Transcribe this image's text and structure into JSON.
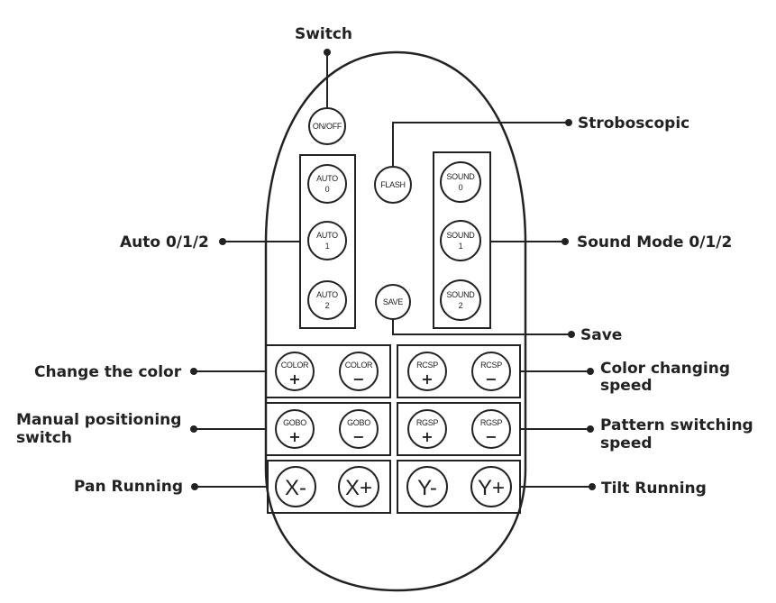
{
  "colors": {
    "stroke": "#222222",
    "text": "#222222",
    "background": "#ffffff"
  },
  "callouts": {
    "switch": "Switch",
    "stroboscopic": "Stroboscopic",
    "auto": "Auto 0/1/2",
    "sound_mode": "Sound Mode 0/1/2",
    "save": "Save",
    "change_color": "Change the color",
    "color_speed_line1": "Color changing",
    "color_speed_line2": "speed",
    "manual_line1": "Manual positioning",
    "manual_line2": "switch",
    "pattern_line1": "Pattern switching",
    "pattern_line2": "speed",
    "pan": "Pan Running",
    "tilt": "Tilt Running"
  },
  "buttons": {
    "onoff": "ON/OFF",
    "flash": "FLASH",
    "save": "SAVE",
    "auto0_l1": "AUTO",
    "auto0_l2": "0",
    "auto1_l1": "AUTO",
    "auto1_l2": "1",
    "auto2_l1": "AUTO",
    "auto2_l2": "2",
    "sound0_l1": "SOUND",
    "sound0_l2": "0",
    "sound1_l1": "SOUND",
    "sound1_l2": "1",
    "sound2_l1": "SOUND",
    "sound2_l2": "2",
    "color_plus_l1": "COLOR",
    "color_plus_l2": "+",
    "color_minus_l1": "COLOR",
    "color_minus_l2": "−",
    "rcsp_plus_l1": "RCSP",
    "rcsp_plus_l2": "+",
    "rcsp_minus_l1": "RCSP",
    "rcsp_minus_l2": "−",
    "gobo_plus_l1": "GOBO",
    "gobo_plus_l2": "+",
    "gobo_minus_l1": "GOBO",
    "gobo_minus_l2": "−",
    "rgsp_plus_l1": "RGSP",
    "rgsp_plus_l2": "+",
    "rgsp_minus_l1": "RGSP",
    "rgsp_minus_l2": "−",
    "x_minus": "X-",
    "x_plus": "X+",
    "y_minus": "Y-",
    "y_plus": "Y+"
  }
}
